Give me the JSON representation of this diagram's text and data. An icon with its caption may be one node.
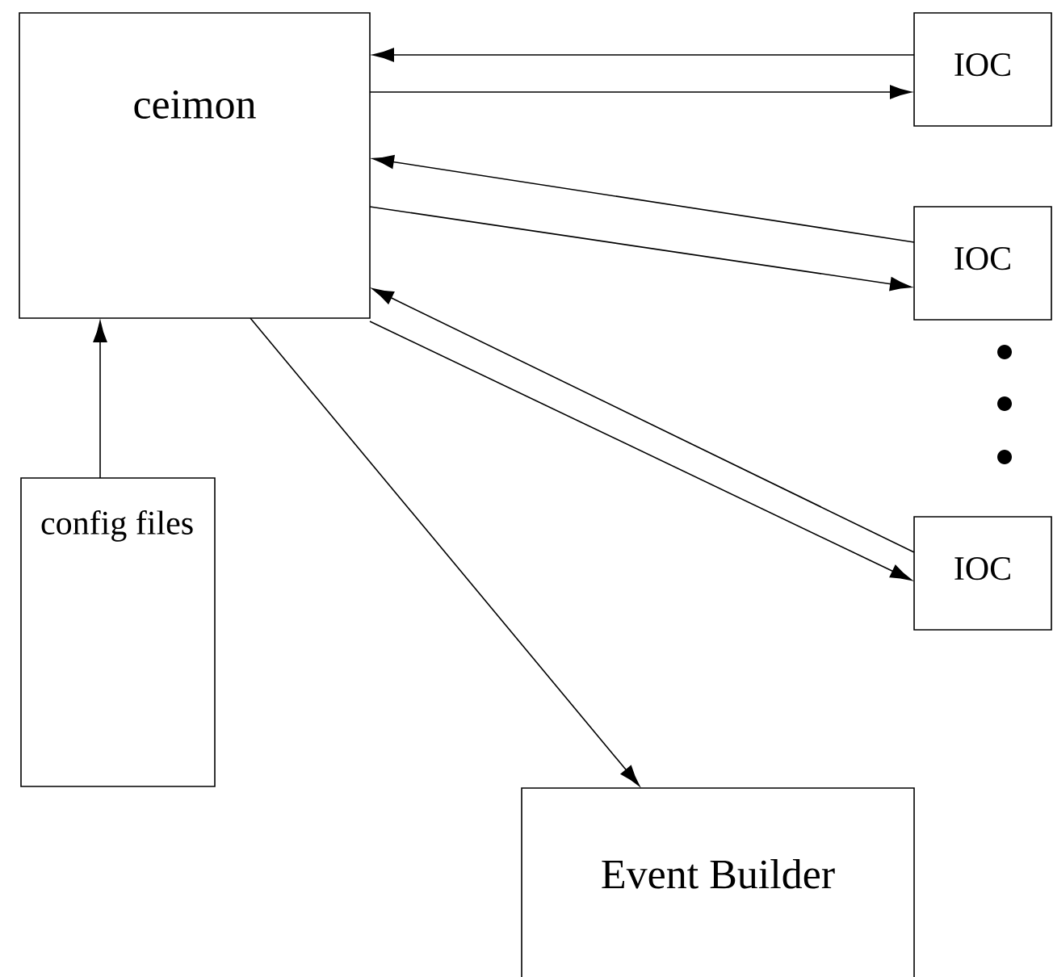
{
  "diagram": {
    "nodes": [
      {
        "text": [
          "ceimon"
        ]
      },
      {
        "text": [
          "IOC"
        ]
      },
      {
        "text": [
          "IOC"
        ]
      },
      {
        "text": [
          "IOC"
        ]
      },
      {
        "text": [
          "config files"
        ]
      },
      {
        "text": [
          "Event Builder"
        ]
      }
    ],
    "edges": [
      {
        "from": 1,
        "to": 0,
        "arrow": "to"
      },
      {
        "from": 0,
        "to": 1,
        "arrow": "to"
      },
      {
        "from": 2,
        "to": 0,
        "arrow": "to"
      },
      {
        "from": 0,
        "to": 2,
        "arrow": "to"
      },
      {
        "from": 3,
        "to": 0,
        "arrow": "to"
      },
      {
        "from": 0,
        "to": 3,
        "arrow": "to"
      },
      {
        "from": 4,
        "to": 0,
        "arrow": "to"
      },
      {
        "from": 0,
        "to": 5,
        "arrow": "to"
      }
    ]
  }
}
